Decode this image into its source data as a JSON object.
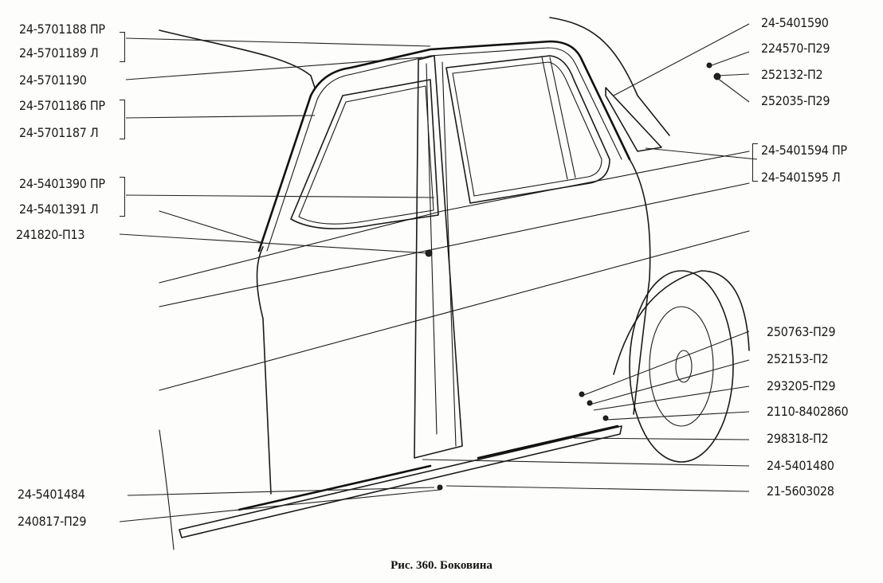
{
  "caption": "Рис. 360. Боковина",
  "callouts": {
    "c1": "24-5701188 ПР",
    "c2": "24-5701189 Л",
    "c3": "24-5701190",
    "c4": "24-5701186 ПР",
    "c5": "24-5701187 Л",
    "c6": "24-5401390 ПР",
    "c7": "24-5401391 Л",
    "c8": "241820-П13",
    "c9": "24-5401484",
    "c10": "240817-П29",
    "r1": "24-5401590",
    "r2": "224570-П29",
    "r3": "252132-П2",
    "r4": "252035-П29",
    "r5": "24-5401594 ПР",
    "r6": "24-5401595 Л",
    "r7": "250763-П29",
    "r8": "252153-П2",
    "r9": "293205-П29",
    "r10": "2110-8402860",
    "r11": "298318-П2",
    "r12": "24-5401480",
    "r13": "21-5603028"
  }
}
